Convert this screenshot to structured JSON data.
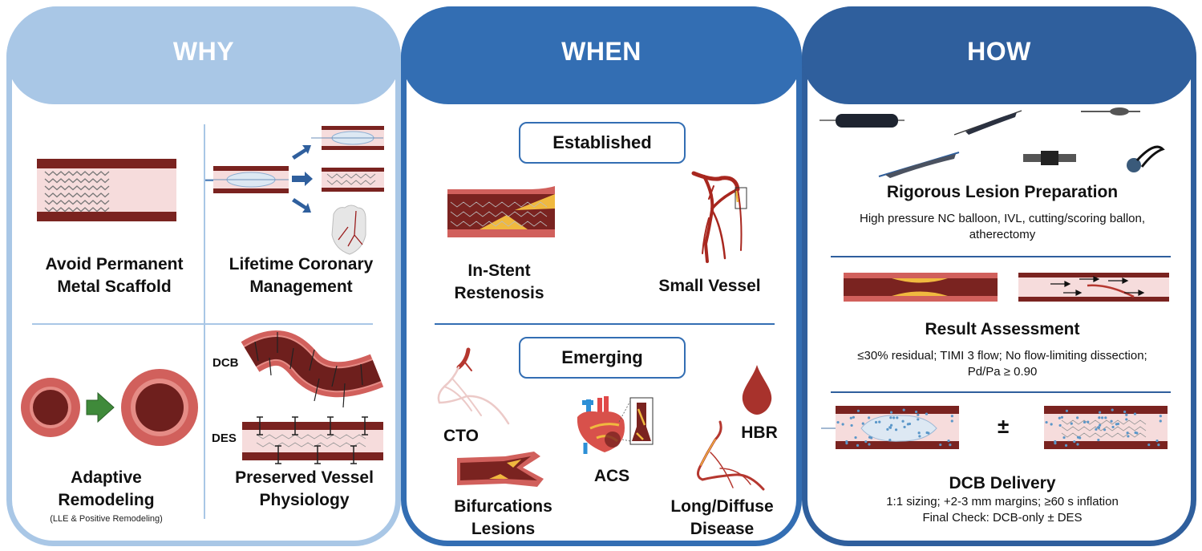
{
  "panels": {
    "why": {
      "title": "WHY",
      "color": "#a9c7e6",
      "items": [
        {
          "label_line1": "Avoid Permanent",
          "label_line2": "Metal Scaffold",
          "icon": "metal-stent-vessel-icon"
        },
        {
          "label_line1": "Lifetime Coronary",
          "label_line2": "Management",
          "icon": "dcb-outcomes-icon"
        },
        {
          "label_line1": "Adaptive",
          "label_line2": "Remodeling",
          "note": "(LLE & Positive Remodeling)",
          "icon": "vessel-remodeling-icon"
        },
        {
          "label_line1": "Preserved Vessel",
          "label_line2": "Physiology",
          "icon": "vessel-physiology-icon",
          "tags": [
            "DCB",
            "DES"
          ]
        }
      ]
    },
    "when": {
      "title": "WHEN",
      "color": "#336eb3",
      "established": {
        "heading": "Established",
        "items": [
          {
            "label_line1": "In-Stent",
            "label_line2": "Restenosis",
            "icon": "in-stent-restenosis-icon"
          },
          {
            "label_line1": "Small Vessel",
            "icon": "small-vessel-icon"
          }
        ]
      },
      "emerging": {
        "heading": "Emerging",
        "items": [
          {
            "label_line1": "CTO",
            "icon": "cto-icon"
          },
          {
            "label_line1": "Bifurcations",
            "label_line2": "Lesions",
            "icon": "bifurcation-icon"
          },
          {
            "label_line1": "ACS",
            "icon": "heart-acs-icon"
          },
          {
            "label_line1": "HBR",
            "icon": "blood-drop-icon"
          },
          {
            "label_line1": "Long/Diffuse",
            "label_line2": "Disease",
            "icon": "diffuse-disease-icon"
          }
        ]
      }
    },
    "how": {
      "title": "HOW",
      "color": "#2f5f9d",
      "steps": [
        {
          "title": "Rigorous Lesion Preparation",
          "desc_line1": "High pressure NC balloon, IVL, cutting/scoring ballon,",
          "desc_line2": "atherectomy",
          "icon": "lesion-prep-devices-icon"
        },
        {
          "title": "Result Assessment",
          "desc_line1": "≤30% residual; TIMI 3 flow; No flow-limiting dissection;",
          "desc_line2": "Pd/Pa ≥ 0.90",
          "icon": "result-assessment-icon"
        },
        {
          "title": "DCB Delivery",
          "desc_line1": "1:1 sizing; +2-3 mm margins; ≥60 s inflation",
          "desc_line2": "Final Check: DCB-only ± DES",
          "plus_minus": "±",
          "icon": "dcb-delivery-icon"
        }
      ]
    }
  },
  "colors": {
    "vessel_dark": "#7a2320",
    "vessel_wall": "#d1605c",
    "vessel_lumen": "#f6dcdc",
    "plaque": "#f0b93f",
    "arrow_blue": "#2f5f9d",
    "arrow_green": "#3f8a3a",
    "divider_light": "#a9c7e6",
    "divider_dark": "#2f5f9d"
  }
}
